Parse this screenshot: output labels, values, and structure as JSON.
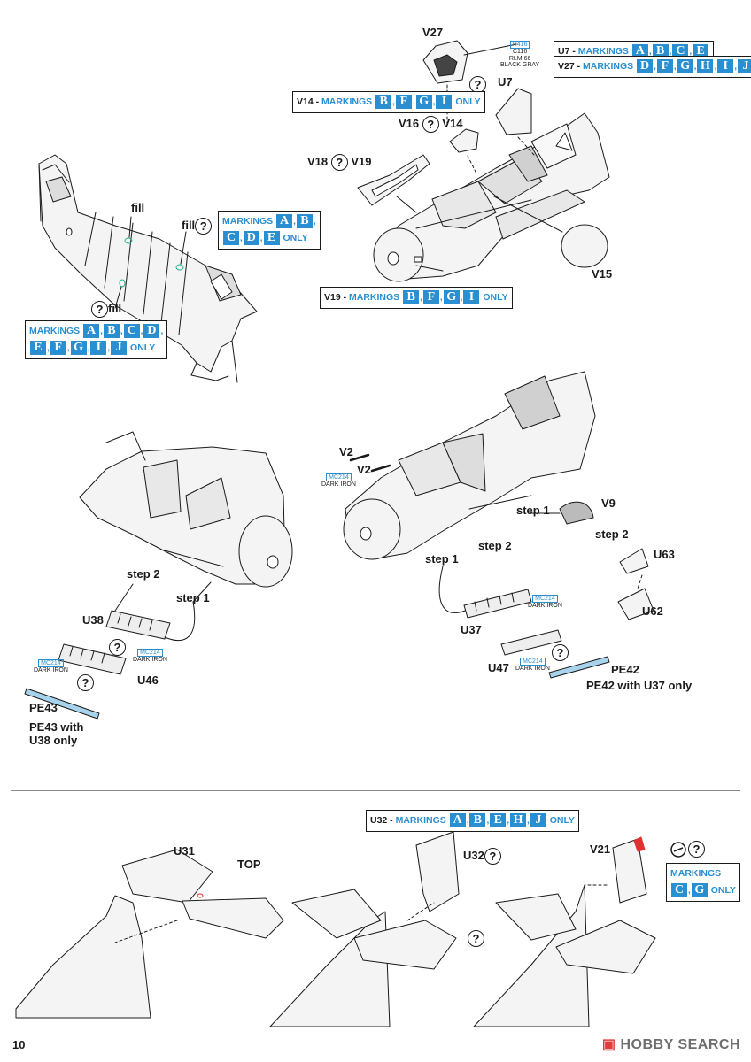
{
  "page": {
    "number": "10"
  },
  "watermark": {
    "text": "HOBBY SEARCH"
  },
  "colors": {
    "accent": "#2a8fd0",
    "line": "#1a1a1a",
    "red_mark": "#e03030"
  },
  "icons": {
    "unknown_marker": "question-circle-icon"
  },
  "callouts": {
    "v27": "V27",
    "u7": "U7",
    "v16_v14_a": "V16",
    "v16_v14_b": "V14",
    "v18": "V18",
    "v19": "V19",
    "v15": "V15",
    "fill_1": "fill",
    "fill_2": "fill",
    "fill_3": "fill",
    "v2_a": "V2",
    "v2_b": "V2",
    "v9": "V9",
    "step1_a": "step 1",
    "step2_a": "step 2",
    "step1_b": "step 1",
    "step2_b": "step 2",
    "step2_c": "step 2",
    "step1_c": "step 1",
    "u63": "U63",
    "u62": "U62",
    "u38": "U38",
    "u46": "U46",
    "pe43": "PE43",
    "pe43_note_l1": "PE43 with",
    "pe43_note_l2": "U38 only",
    "u37": "U37",
    "u47": "U47",
    "pe42": "PE42",
    "pe42_note": "PE42 with U37 only",
    "u31": "U31",
    "top": "TOP",
    "u32": "U32",
    "v21": "V21"
  },
  "paint_tags": {
    "v27_paint": {
      "codes": [
        "H416",
        "C116"
      ],
      "lines": [
        "RLM 66",
        "BLACK GRAY"
      ]
    },
    "v2": {
      "code": "MC214",
      "name": "DARK IRON"
    },
    "u37": {
      "code": "MC214",
      "name": "DARK IRON"
    },
    "u47": {
      "code": "MC214",
      "name": "DARK IRON"
    },
    "u38": {
      "code": "MC214",
      "name": "DARK IRON"
    },
    "u46": {
      "code": "MC214",
      "name": "DARK IRON"
    }
  },
  "markings": {
    "word": "MARKINGS",
    "only": "ONLY",
    "u7": {
      "prefix": "U7 - ",
      "letters": [
        "A",
        "B",
        "C",
        "E"
      ]
    },
    "v27": {
      "prefix": "V27 - ",
      "letters": [
        "D",
        "F",
        "G",
        "H",
        "I",
        "J"
      ]
    },
    "v14": {
      "prefix": "V14 - ",
      "letters": [
        "B",
        "F",
        "G",
        "I"
      ]
    },
    "v19": {
      "prefix": "V19 - ",
      "letters": [
        "B",
        "F",
        "G",
        "I"
      ]
    },
    "fill_abcde": {
      "prefix": "",
      "letters": [
        "A",
        "B",
        "C",
        "D",
        "E"
      ]
    },
    "fill_big": {
      "prefix": "",
      "letters": [
        "A",
        "B",
        "C",
        "D",
        "E",
        "F",
        "G",
        "I",
        "J"
      ]
    },
    "u32": {
      "prefix": "U32 - ",
      "letters": [
        "A",
        "B",
        "E",
        "H",
        "J"
      ]
    },
    "cg": {
      "prefix": "",
      "letters": [
        "C",
        "G"
      ]
    }
  }
}
